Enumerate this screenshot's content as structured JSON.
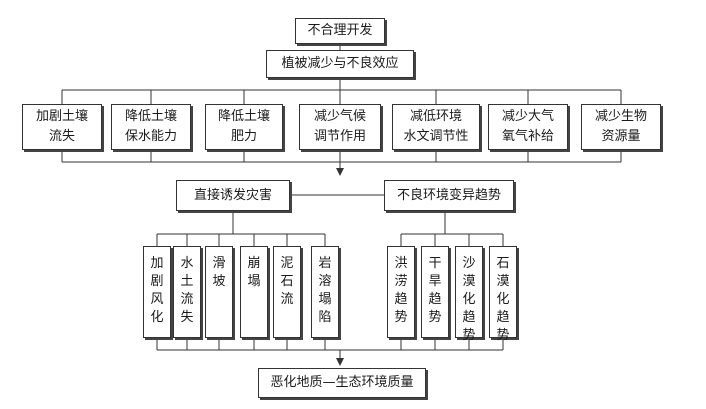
{
  "top": {
    "line1": "不合理开发",
    "line2": "植被减少与不良效应"
  },
  "effects": [
    {
      "l1": "加剧土壤",
      "l2": "流失"
    },
    {
      "l1": "降低土壤",
      "l2": "保水能力"
    },
    {
      "l1": "降低土壤",
      "l2": "肥力"
    },
    {
      "l1": "减少气候",
      "l2": "调节作用"
    },
    {
      "l1": "减低环境",
      "l2": "水文调节性"
    },
    {
      "l1": "减少大气",
      "l2": "氧气补给"
    },
    {
      "l1": "减少生物",
      "l2": "资源量"
    }
  ],
  "middle": {
    "left": "直接诱发灾害",
    "right": "不良环境变异趋势"
  },
  "disasters": [
    "加剧风化",
    "水土流失",
    "滑坡",
    "崩塌",
    "泥石流",
    "岩溶塌陷"
  ],
  "trends": [
    "洪涝趋势",
    "干旱趋势",
    "沙漠化趋势",
    "石漠化趋势"
  ],
  "bottom": "恶化地质—生态环境质量"
}
